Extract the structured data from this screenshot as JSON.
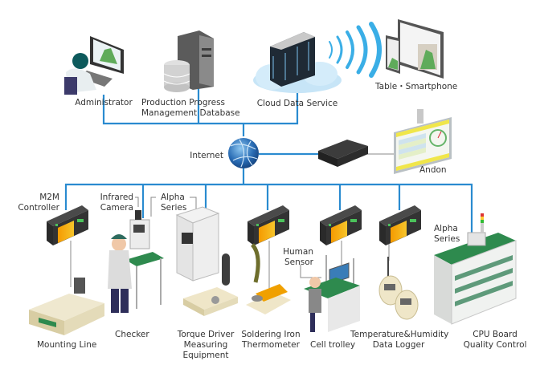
{
  "title": "Factory IoT network diagram",
  "colors": {
    "network_line": "#2a8bd0",
    "leader_line": "#8a8a8a",
    "globe": "#2a6db5",
    "wifi": "#3aaee6",
    "controller_accent": "#f5a300",
    "shelf_green": "#2e8a4e"
  },
  "top_nodes": {
    "administrator": "Administrator",
    "database_line1": "Production Progress",
    "database_line2": "Management Database",
    "cloud": "Cloud Data Service",
    "tablet": "Table・Smartphone"
  },
  "hub": {
    "internet": "Internet",
    "andon": "Andon"
  },
  "callouts": {
    "m2m_line1": "M2M",
    "m2m_line2": "Controller",
    "camera_line1": "Infrared",
    "camera_line2": "Camera",
    "alpha1_line1": "Alpha",
    "alpha1_line2": "Series",
    "human_line1": "Human",
    "human_line2": "Sensor",
    "alpha2_line1": "Alpha",
    "alpha2_line2": "Series"
  },
  "equipment": [
    {
      "line1": "Mounting Line",
      "line2": ""
    },
    {
      "line1": "Checker",
      "line2": ""
    },
    {
      "line1": "Torque Driver",
      "line2": "Measuring",
      "line3": "Equipment"
    },
    {
      "line1": "Soldering Iron",
      "line2": "Thermometer"
    },
    {
      "line1": "Cell trolley",
      "line2": ""
    },
    {
      "line1": "Temperature&Humidity",
      "line2": "Data  Logger"
    },
    {
      "line1": "CPU Board",
      "line2": "Quality Control"
    }
  ]
}
